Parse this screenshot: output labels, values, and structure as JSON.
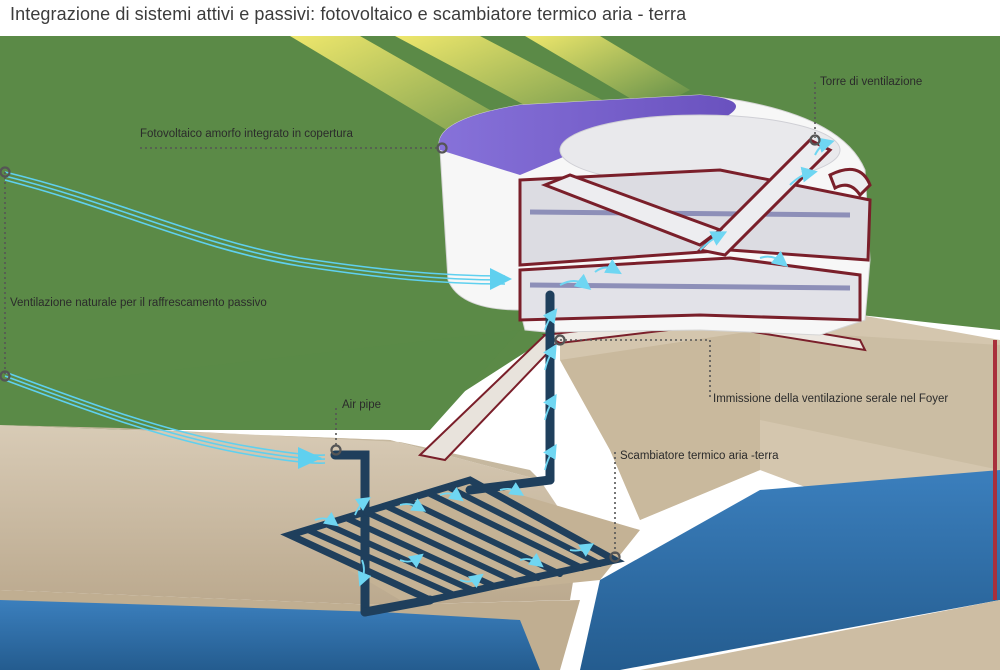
{
  "title": "Integrazione di sistemi attivi e passivi: fotovoltaico e scambiatore termico aria - terra",
  "labels": {
    "photovoltaic": "Fotovoltaico amorfo integrato in copertura",
    "tower": "Torre di ventilazione",
    "natural_ventilation": "Ventilazione naturale per il raffrescamento passivo",
    "air_pipe": "Air pipe",
    "evening_ventilation": "Immissione della ventilazione serale nel Foyer",
    "heat_exchanger": "Scambiatore termico aria -terra"
  },
  "colors": {
    "grass": "#5b8a47",
    "soil": "#cdbfa9",
    "water": "#2f6fa8",
    "pipe": "#1f3f5c",
    "airflow": "#5fd0ef",
    "photovoltaic": "#6a4fc8",
    "sun": "#f1e46a",
    "wall_edge": "#7a1f2a"
  }
}
